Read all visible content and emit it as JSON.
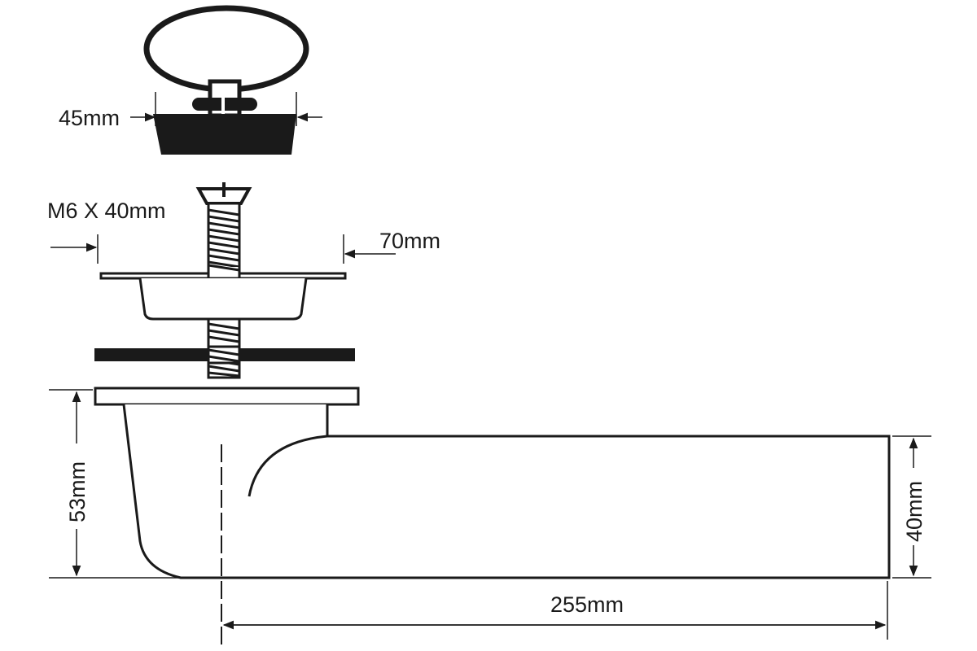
{
  "diagram": {
    "labels": {
      "plug_width": "45mm",
      "screw_size": "M6 X 40mm",
      "flange_width": "70mm",
      "body_height": "53mm",
      "outlet_height": "40mm",
      "total_length": "255mm"
    },
    "colors": {
      "ink": "#1a1a1a",
      "background": "#ffffff"
    }
  }
}
